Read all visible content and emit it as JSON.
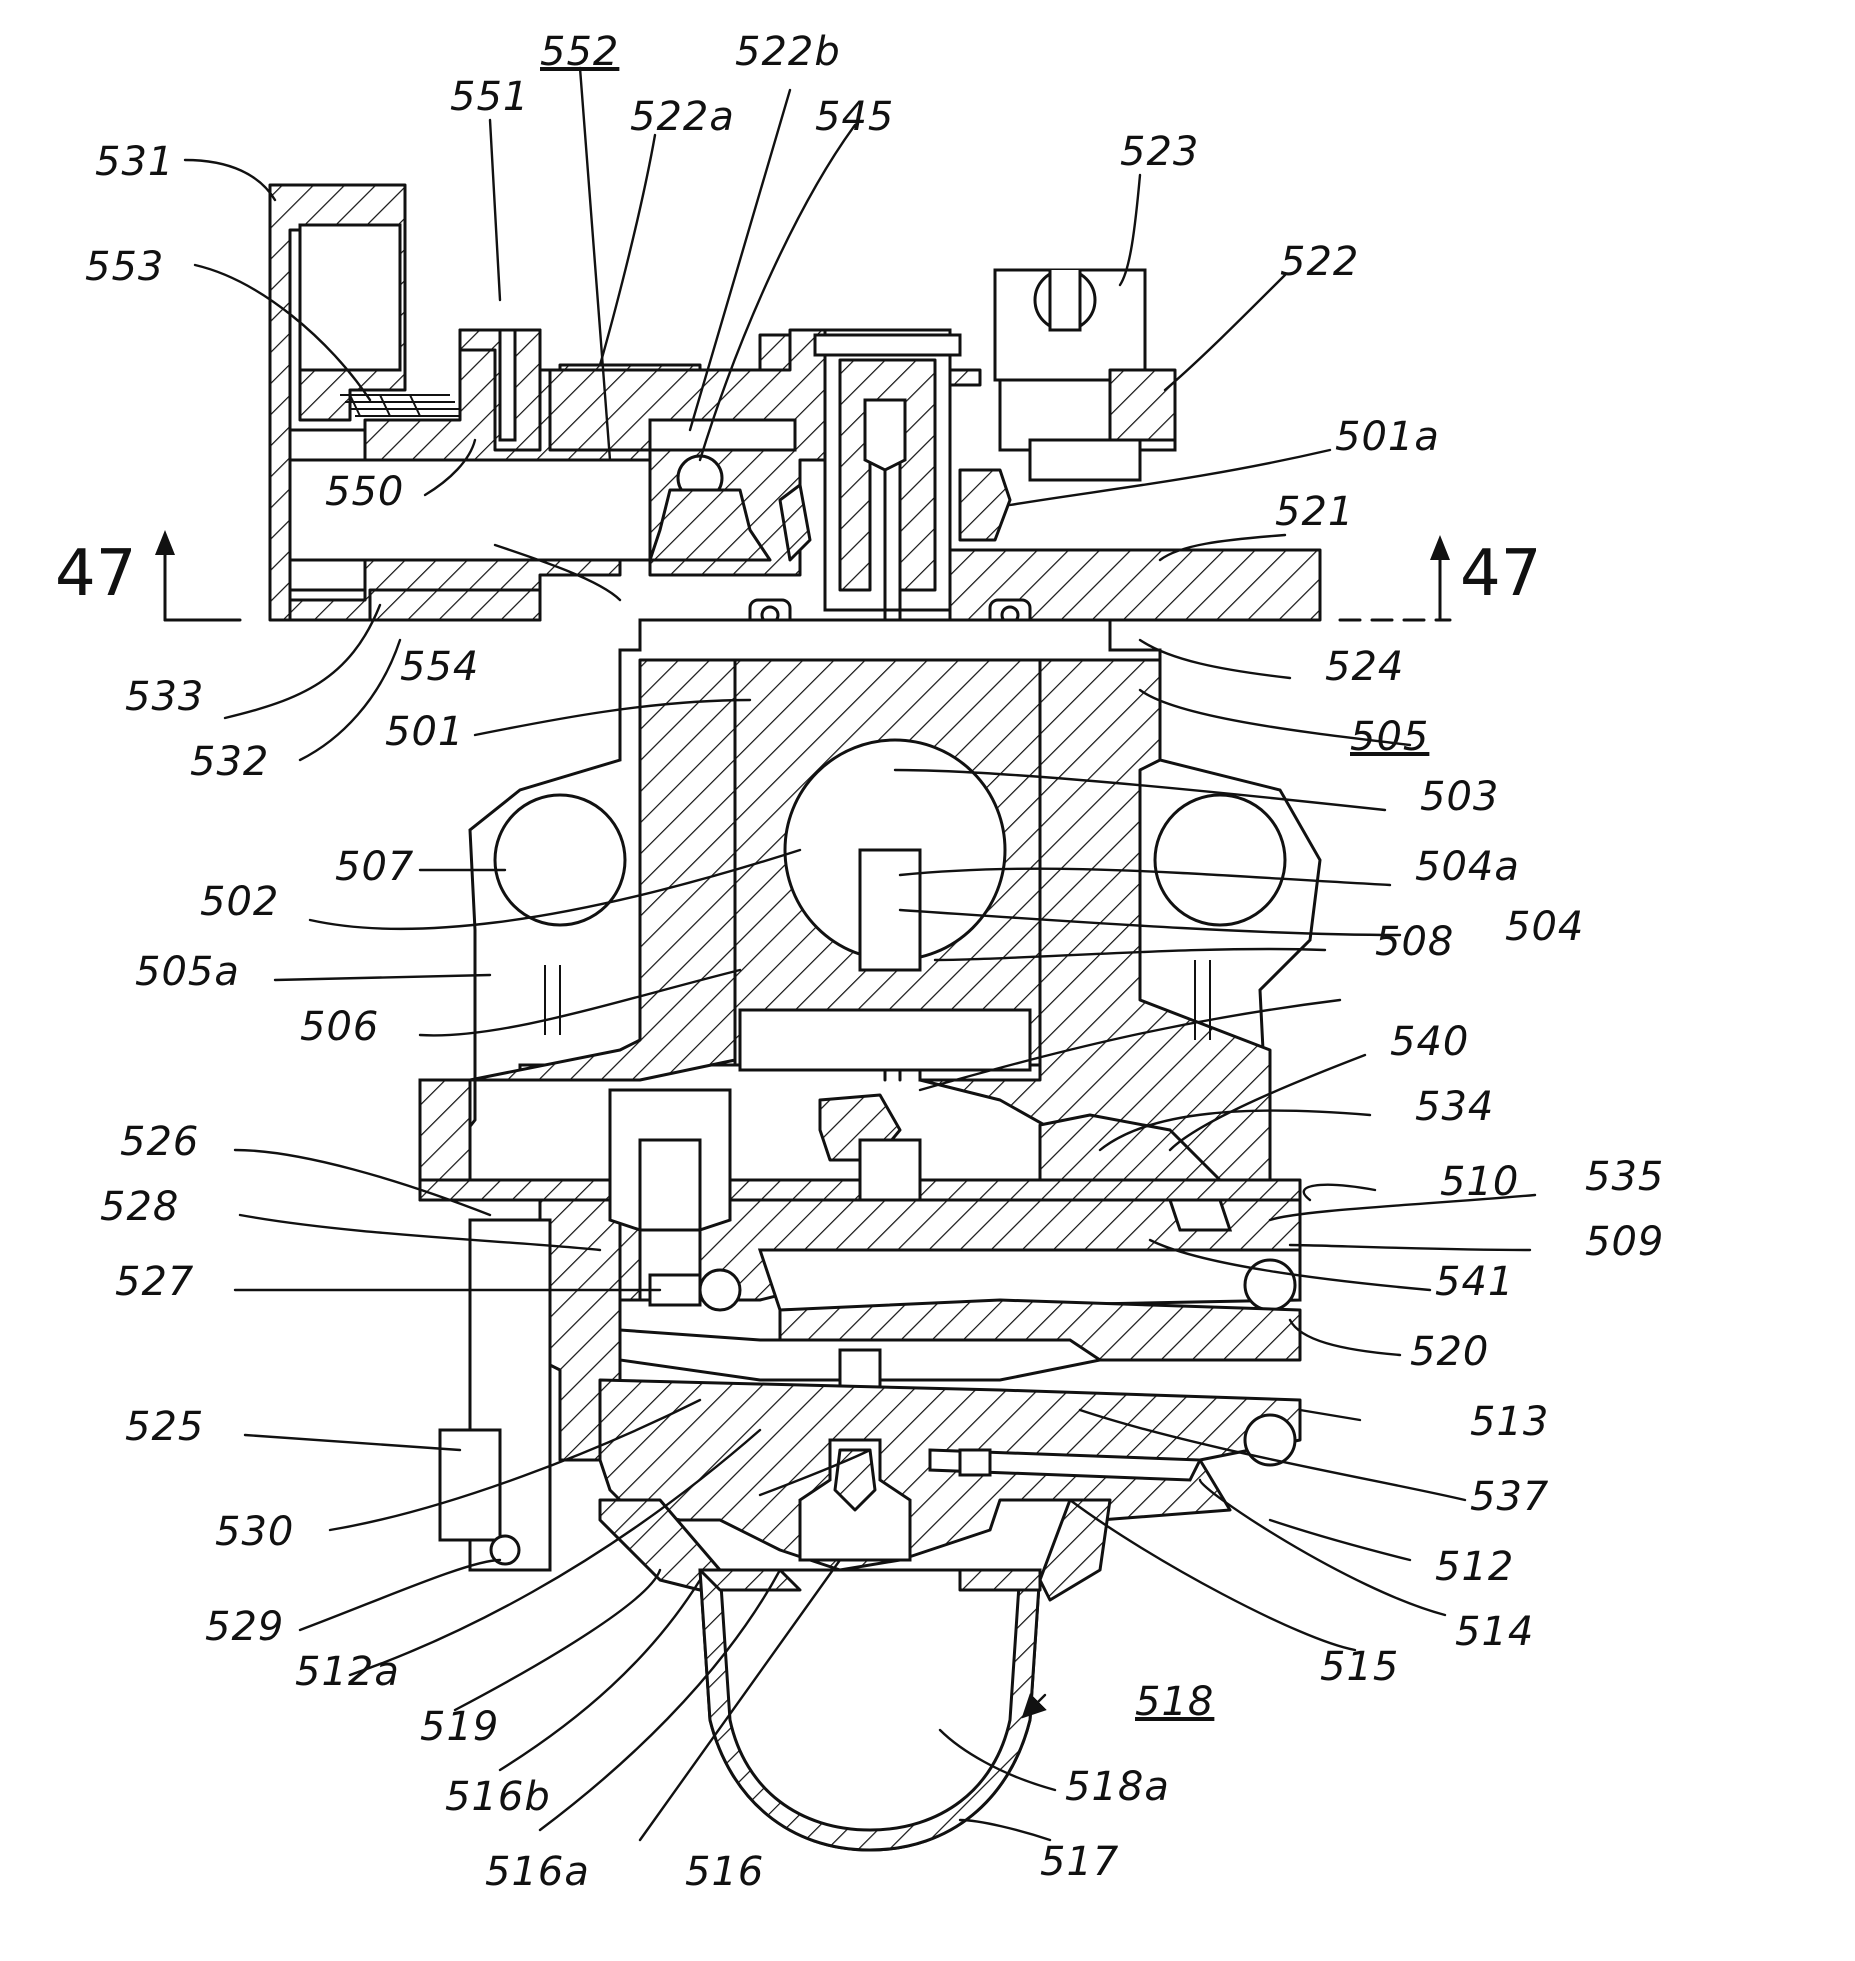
{
  "figure": {
    "section_marker_left": "47",
    "section_marker_right": "47",
    "labels": {
      "l531": "531",
      "l553": "553",
      "l551": "551",
      "l552": "552",
      "l522b": "522b",
      "l522a": "522a",
      "l545": "545",
      "l523": "523",
      "l522": "522",
      "l501a": "501a",
      "l550": "550",
      "l521": "521",
      "l533": "533",
      "l554": "554",
      "l524": "524",
      "l532": "532",
      "l501": "501",
      "l505": "505",
      "l503": "503",
      "l507": "507",
      "l504a": "504a",
      "l502": "502",
      "l504": "504",
      "l505a": "505a",
      "l508": "508",
      "l506": "506",
      "l540": "540",
      "l534": "534",
      "l526": "526",
      "l510": "510",
      "l535": "535",
      "l528": "528",
      "l509": "509",
      "l527": "527",
      "l541": "541",
      "l520": "520",
      "l525": "525",
      "l513": "513",
      "l537": "537",
      "l530": "530",
      "l512": "512",
      "l529": "529",
      "l514": "514",
      "l512a": "512a",
      "l515": "515",
      "l518": "518",
      "l519": "519",
      "l516b": "516b",
      "l518a": "518a",
      "l516a": "516a",
      "l516": "516",
      "l517": "517"
    }
  }
}
